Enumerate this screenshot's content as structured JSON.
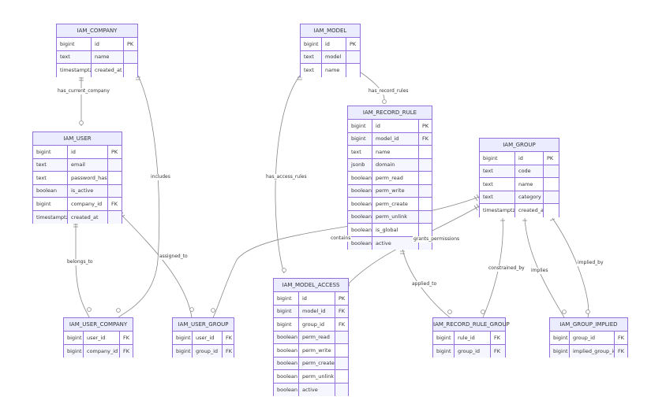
{
  "colors": {
    "border": "#9370DB",
    "fill": "#ECECFF",
    "edge": "#888888",
    "text": "#333333"
  },
  "entities": {
    "iam_company": {
      "name": "IAM_COMPANY",
      "rows": [
        {
          "type": "bigint",
          "name": "id",
          "key": "PK"
        },
        {
          "type": "text",
          "name": "name",
          "key": ""
        },
        {
          "type": "timestamptz",
          "name": "created_at",
          "key": ""
        }
      ]
    },
    "iam_model": {
      "name": "IAM_MODEL",
      "rows": [
        {
          "type": "bigint",
          "name": "id",
          "key": "PK"
        },
        {
          "type": "text",
          "name": "model",
          "key": ""
        },
        {
          "type": "text",
          "name": "name",
          "key": ""
        }
      ]
    },
    "iam_user": {
      "name": "IAM_USER",
      "rows": [
        {
          "type": "bigint",
          "name": "id",
          "key": "PK"
        },
        {
          "type": "text",
          "name": "email",
          "key": ""
        },
        {
          "type": "text",
          "name": "password_hash",
          "key": ""
        },
        {
          "type": "boolean",
          "name": "is_active",
          "key": ""
        },
        {
          "type": "bigint",
          "name": "company_id",
          "key": "FK"
        },
        {
          "type": "timestamptz",
          "name": "created_at",
          "key": ""
        }
      ]
    },
    "iam_record_rule": {
      "name": "IAM_RECORD_RULE",
      "rows": [
        {
          "type": "bigint",
          "name": "id",
          "key": "PK"
        },
        {
          "type": "bigint",
          "name": "model_id",
          "key": "FK"
        },
        {
          "type": "text",
          "name": "name",
          "key": ""
        },
        {
          "type": "jsonb",
          "name": "domain",
          "key": ""
        },
        {
          "type": "boolean",
          "name": "perm_read",
          "key": ""
        },
        {
          "type": "boolean",
          "name": "perm_write",
          "key": ""
        },
        {
          "type": "boolean",
          "name": "perm_create",
          "key": ""
        },
        {
          "type": "boolean",
          "name": "perm_unlink",
          "key": ""
        },
        {
          "type": "boolean",
          "name": "is_global",
          "key": ""
        },
        {
          "type": "boolean",
          "name": "active",
          "key": ""
        }
      ]
    },
    "iam_group": {
      "name": "IAM_GROUP",
      "rows": [
        {
          "type": "bigint",
          "name": "id",
          "key": "PK"
        },
        {
          "type": "text",
          "name": "code",
          "key": ""
        },
        {
          "type": "text",
          "name": "name",
          "key": ""
        },
        {
          "type": "text",
          "name": "category",
          "key": ""
        },
        {
          "type": "timestamptz",
          "name": "created_at",
          "key": ""
        }
      ]
    },
    "iam_model_access": {
      "name": "IAM_MODEL_ACCESS",
      "rows": [
        {
          "type": "bigint",
          "name": "id",
          "key": "PK"
        },
        {
          "type": "bigint",
          "name": "model_id",
          "key": "FK"
        },
        {
          "type": "bigint",
          "name": "group_id",
          "key": "FK"
        },
        {
          "type": "boolean",
          "name": "perm_read",
          "key": ""
        },
        {
          "type": "boolean",
          "name": "perm_write",
          "key": ""
        },
        {
          "type": "boolean",
          "name": "perm_create",
          "key": ""
        },
        {
          "type": "boolean",
          "name": "perm_unlink",
          "key": ""
        },
        {
          "type": "boolean",
          "name": "active",
          "key": ""
        }
      ]
    },
    "iam_user_company": {
      "name": "IAM_USER_COMPANY",
      "rows": [
        {
          "type": "bigint",
          "name": "user_id",
          "key": "FK"
        },
        {
          "type": "bigint",
          "name": "company_id",
          "key": "FK"
        }
      ]
    },
    "iam_user_group": {
      "name": "IAM_USER_GROUP",
      "rows": [
        {
          "type": "bigint",
          "name": "user_id",
          "key": "FK"
        },
        {
          "type": "bigint",
          "name": "group_id",
          "key": "FK"
        }
      ]
    },
    "iam_record_rule_group": {
      "name": "IAM_RECORD_RULE_GROUP",
      "rows": [
        {
          "type": "bigint",
          "name": "rule_id",
          "key": "FK"
        },
        {
          "type": "bigint",
          "name": "group_id",
          "key": "FK"
        }
      ]
    },
    "iam_group_implied": {
      "name": "IAM_GROUP_IMPLIED",
      "rows": [
        {
          "type": "bigint",
          "name": "group_id",
          "key": "FK"
        },
        {
          "type": "bigint",
          "name": "implied_group_id",
          "key": "FK"
        }
      ]
    }
  },
  "relationships": [
    {
      "from": "iam_company",
      "to": "iam_user",
      "label": "has_current_company"
    },
    {
      "from": "iam_company",
      "to": "iam_user_company",
      "label": "includes"
    },
    {
      "from": "iam_user",
      "to": "iam_user_company",
      "label": "belongs_to"
    },
    {
      "from": "iam_user",
      "to": "iam_user_group",
      "label": "assigned_to"
    },
    {
      "from": "iam_model",
      "to": "iam_record_rule",
      "label": "has_record_rules"
    },
    {
      "from": "iam_model",
      "to": "iam_model_access",
      "label": "has_access_rules"
    },
    {
      "from": "iam_group",
      "to": "iam_user_group",
      "label": "contains"
    },
    {
      "from": "iam_group",
      "to": "iam_model_access",
      "label": "grants_permissions"
    },
    {
      "from": "iam_record_rule",
      "to": "iam_record_rule_group",
      "label": "applied_to"
    },
    {
      "from": "iam_group",
      "to": "iam_record_rule_group",
      "label": "constrained_by"
    },
    {
      "from": "iam_group",
      "to": "iam_group_implied",
      "label": "implies"
    },
    {
      "from": "iam_group",
      "to": "iam_group_implied",
      "label": "implied_by"
    }
  ]
}
